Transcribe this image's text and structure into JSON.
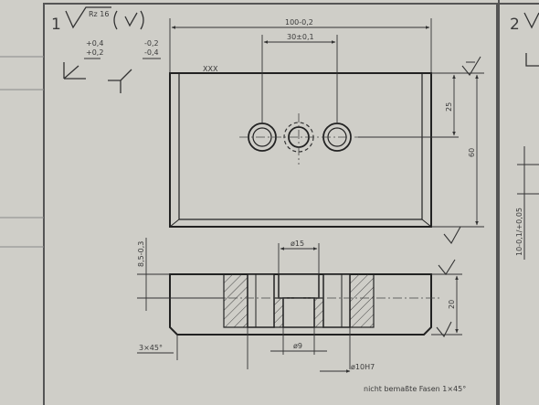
{
  "frame1": {
    "number": "1",
    "surface_roughness": "Rz 16",
    "tol_upper_1": "+0,4",
    "tol_lower_1": "+0,2",
    "tol_upper_2": "-0,2",
    "tol_lower_2": "-0,4"
  },
  "frame2": {
    "number": "2",
    "side_dimension": "10-0,1/+0,05"
  },
  "top_view": {
    "marking": "XXX",
    "overall_width": "100-0,2",
    "hole_spacing": "30±0,1",
    "height": "60",
    "hole_offset": "25"
  },
  "section_view": {
    "counterbore_diameter": "ø15",
    "counterbore_depth": "8,5-0,3",
    "thickness": "20",
    "bore_diameter": "ø9",
    "fit_bore": "ø10H7",
    "chamfer": "3×45°"
  },
  "note": "nicht bemaßte Fasen 1×45°"
}
